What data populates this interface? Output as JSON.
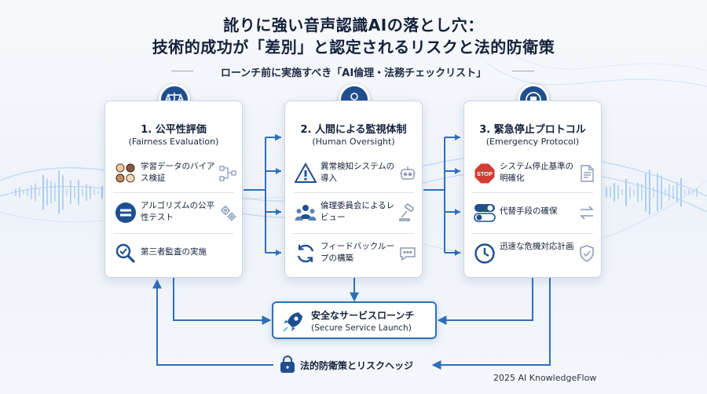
{
  "title": {
    "line1": "訛りに強い音声認識AIの落とし穴：",
    "line2": "技術的成功が「差別」と認定されるリスクと法的防衛策"
  },
  "subtitle": "ローンチ前に実施すべき「AI倫理・法務チェックリスト」",
  "cards": [
    {
      "title": "1. 公平性評価",
      "title_en": "(Fairness Evaluation)",
      "badge_icon": "scales-icon",
      "items": [
        {
          "text": "学習データのバイアス検証",
          "icon": "diverse-faces-icon",
          "deco": "network-nodes-icon"
        },
        {
          "text": "アルゴリズムの公平性テスト",
          "icon": "equal-sign-icon",
          "deco": "gears-icon"
        },
        {
          "text": "第三者監査の実施",
          "icon": "magnifier-check-icon",
          "deco": ""
        }
      ]
    },
    {
      "title": "2. 人間による監視体制",
      "title_en": "(Human Oversight)",
      "badge_icon": "person-eye-icon",
      "items": [
        {
          "text": "異常検知システムの導入",
          "icon": "warning-triangle-icon",
          "deco": "robot-icon"
        },
        {
          "text": "倫理委員会によるレビュー",
          "icon": "committee-people-icon",
          "deco": "gavel-icon"
        },
        {
          "text": "フィードバックループの構築",
          "icon": "cycle-arrows-icon",
          "deco": "chat-bubble-icon"
        }
      ]
    },
    {
      "title": "3. 緊急停止プロトコル",
      "title_en": "(Emergency Protocol)",
      "badge_icon": "stop-button-icon",
      "items": [
        {
          "text": "システム停止基準の明確化",
          "icon": "stop-sign-icon",
          "deco": "document-icon",
          "sign_text": "STOP"
        },
        {
          "text": "代替手段の確保",
          "icon": "toggle-switches-icon",
          "deco": "swap-arrows-icon"
        },
        {
          "text": "迅速な危機対応計画",
          "icon": "clock-icon",
          "deco": "shield-check-icon"
        }
      ]
    }
  ],
  "launch": {
    "label": "安全なサービスローンチ",
    "label_en": "(Secure Service Launch)",
    "icon": "rocket-icon"
  },
  "legal": {
    "label": "法的防衛策とリスクヘッジ",
    "icon": "lock-icon"
  },
  "footer": "2025 AI KnowledgeFlow",
  "colors": {
    "accent": "#2f6fb8",
    "badge": "#1f4f8f",
    "wave": "#7fb3ea",
    "stop": "#d63a34"
  }
}
